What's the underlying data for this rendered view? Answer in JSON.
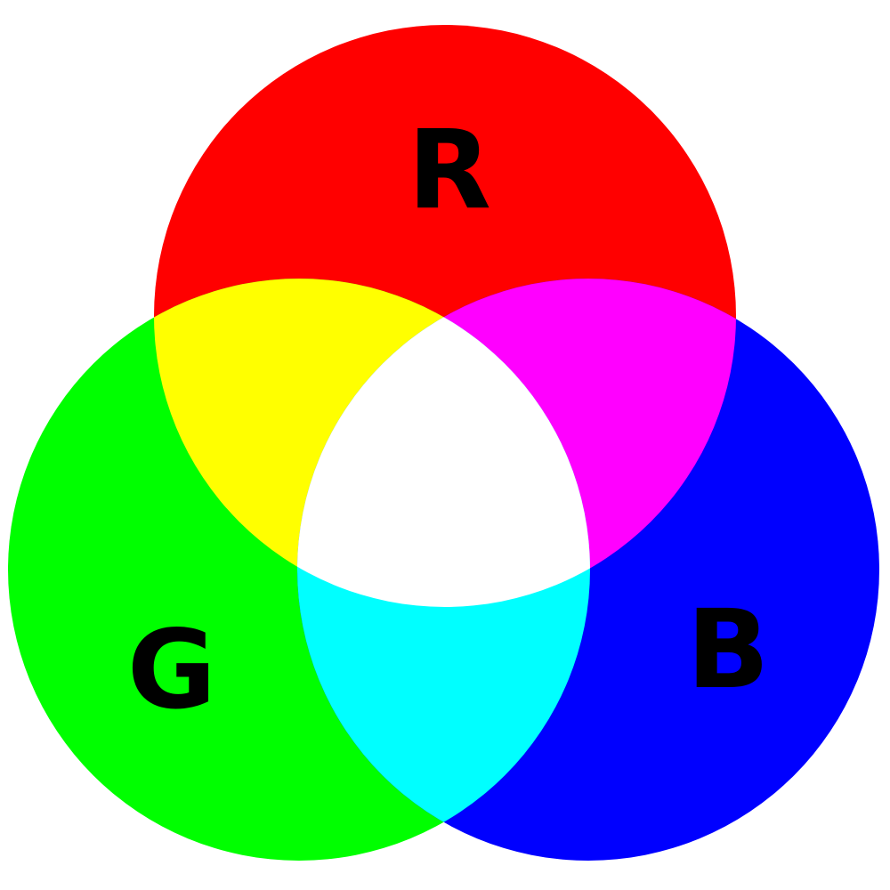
{
  "diagram": {
    "type": "additive-color-venn",
    "background": "#ffffff",
    "circles": [
      {
        "id": "red",
        "label": "R",
        "color": "#ff0000"
      },
      {
        "id": "green",
        "label": "G",
        "color": "#00ff00"
      },
      {
        "id": "blue",
        "label": "B",
        "color": "#0000ff"
      }
    ],
    "overlaps": {
      "red_green": "#ffff00",
      "red_blue": "#ff00ff",
      "green_blue": "#00ffff",
      "all": "#ffffff"
    }
  }
}
